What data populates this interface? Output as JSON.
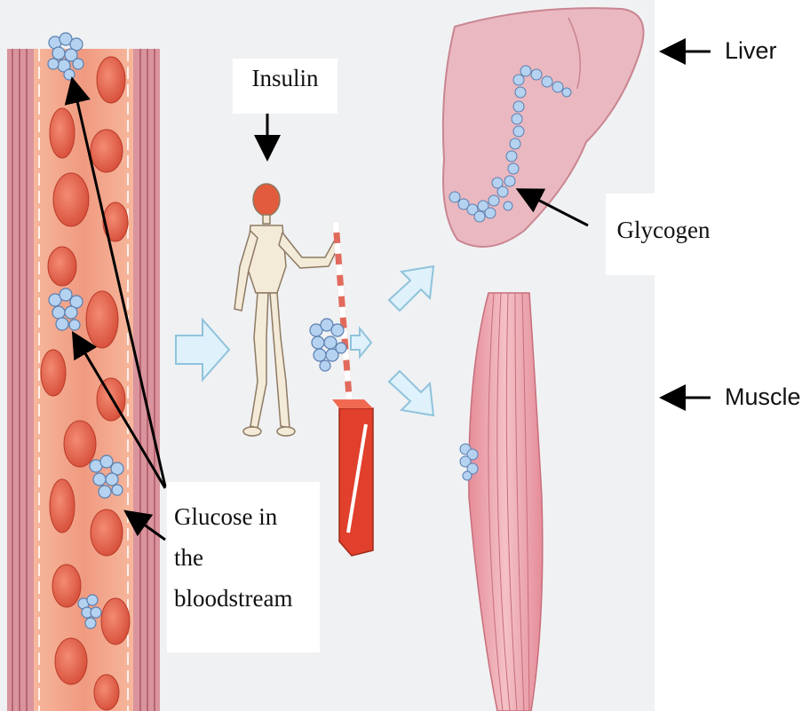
{
  "labels": {
    "insulin": "Insulin",
    "glycogen": "Glycogen",
    "glucose_line1": "Glucose in",
    "glucose_line2": "the",
    "glucose_line3": "bloodstream",
    "liver": "Liver",
    "muscle": "Muscle"
  },
  "colors": {
    "vessel_wall": "#c97a86",
    "vessel_lumen": "#f2a98e",
    "red_cell": "#e0604a",
    "glucose": "#a9c8ec",
    "liver": "#e9b4be",
    "muscle": "#e79aa4",
    "arrow_fill": "#dff1fa",
    "gate_box": "#e0402c"
  }
}
